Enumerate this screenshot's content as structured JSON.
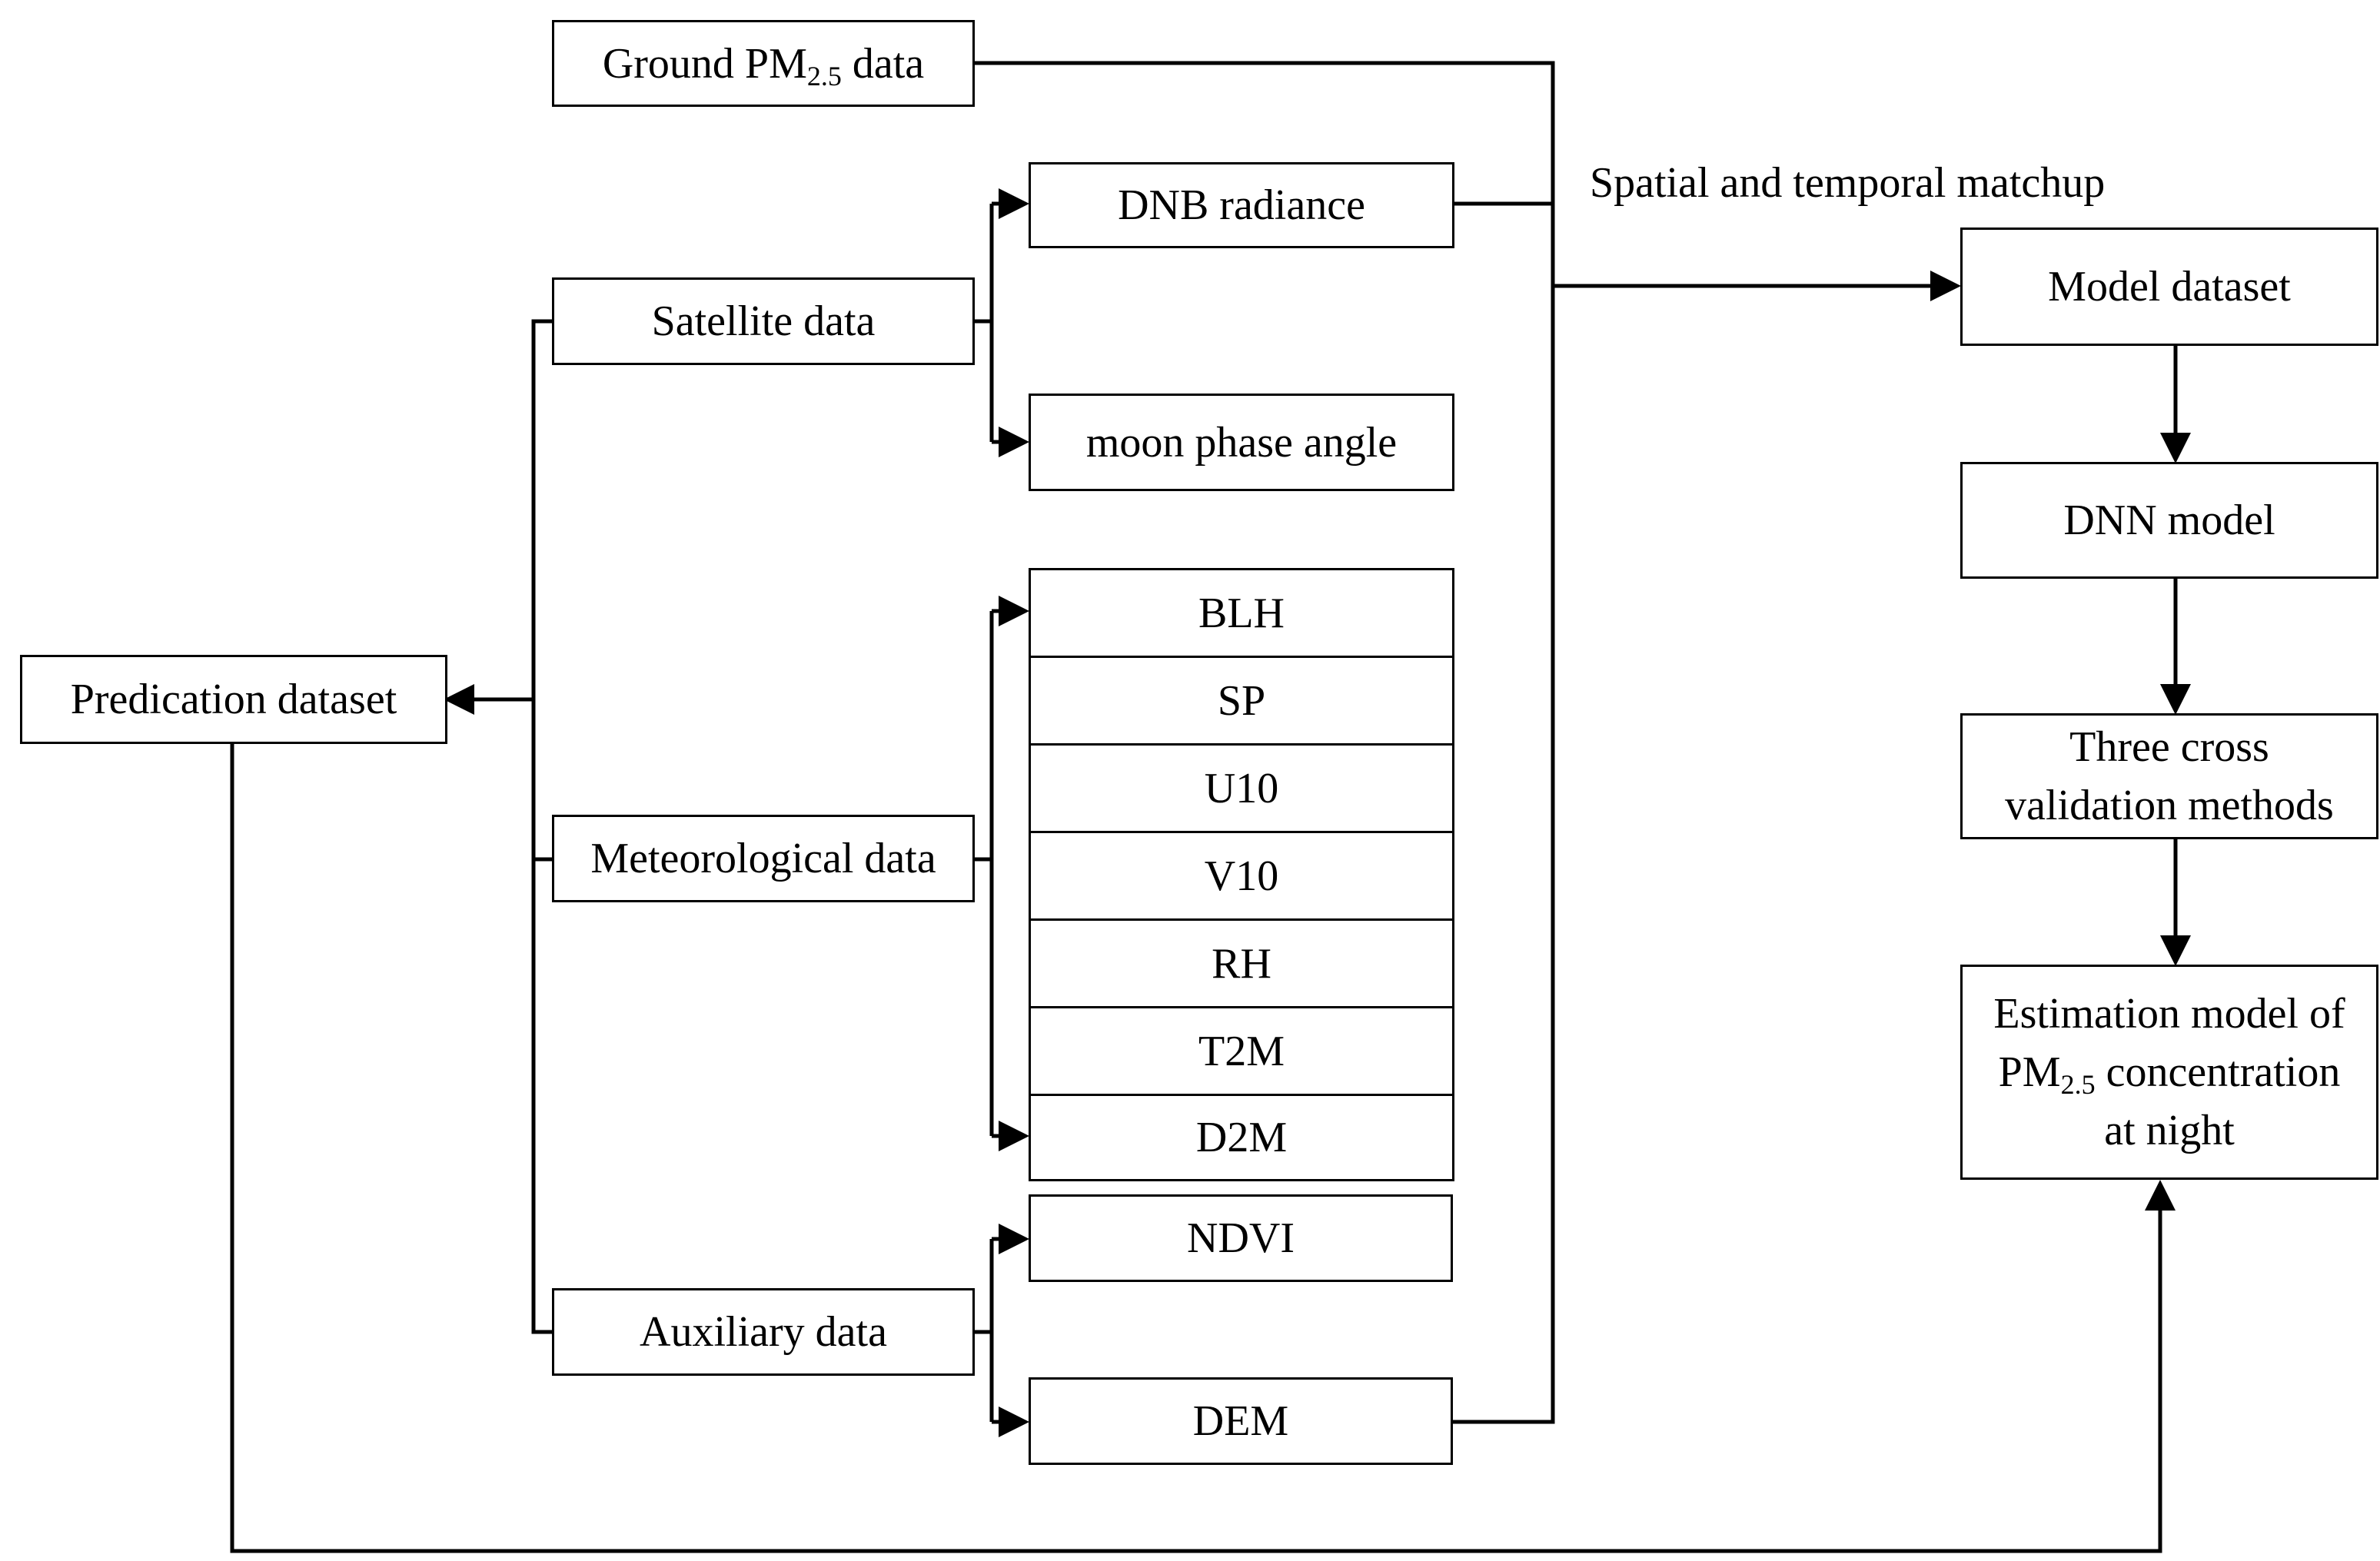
{
  "nodes": {
    "ground_pm": {
      "text": "Ground PM",
      "sub": "2.5",
      "suffix": " data"
    },
    "satellite": "Satellite data",
    "dnb": "DNB radiance",
    "moon": "moon phase angle",
    "meteorological": "Meteorological data",
    "met_vars": [
      "BLH",
      "SP",
      "U10",
      "V10",
      "RH",
      "T2M",
      "D2M"
    ],
    "auxiliary": "Auxiliary data",
    "ndvi": "NDVI",
    "dem": "DEM",
    "predication": "Predication dataset",
    "model_dataset": "Model dataset",
    "dnn": "DNN model",
    "cross_validation": [
      "Three cross",
      "validation methods"
    ],
    "estimation": {
      "line1": "Estimation model of",
      "line2_text": "PM",
      "line2_sub": "2.5",
      "line2_suffix": " concentration",
      "line3": "at night"
    }
  },
  "labels": {
    "matchup": "Spatial and temporal matchup"
  },
  "style": {
    "line_color": "#000000",
    "box_border": "#000000",
    "background": "#ffffff"
  }
}
